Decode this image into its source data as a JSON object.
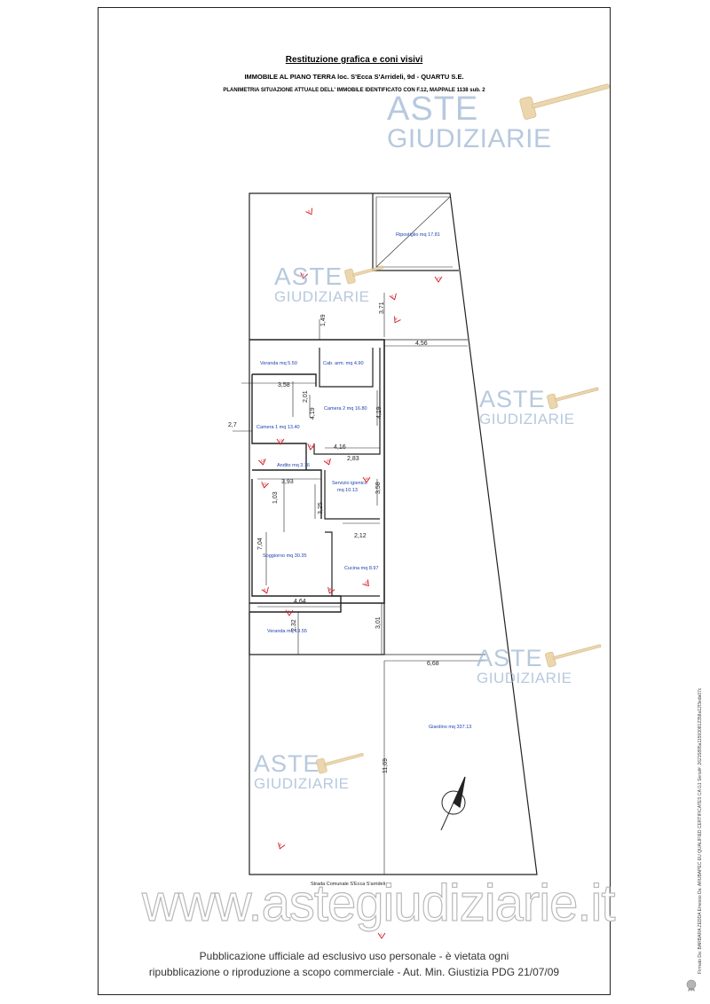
{
  "header": {
    "title": "Restituzione grafica e coni visivi",
    "subtitle": "IMMOBILE AL PIANO TERRA loc. S'Ecca S'Arrideli, 9d - QUARTU S.E.",
    "description": "PLANIMETRIA SITUAZIONE ATTUALE DELL' IMMOBILE IDENTIFICATO CON F.12, MAPPALE 1138 sub. 2"
  },
  "watermark": {
    "brand_top": "ASTE",
    "brand_bottom": "GIUDIZIARIE",
    "url": "www.astegiudiziarie.it"
  },
  "rooms": {
    "ripostiglio": "Ripostiglio mq 17.81",
    "veranda_top": "Veranda mq 5.50",
    "cab_arm": "Cab. arm. mq 4.90",
    "camera1": "Camera 1 mq 13.40",
    "camera2": "Camera 2 mq 16.80",
    "anticamera": "Andito mq 3.76",
    "servizio_line1": "Servizio igienico",
    "servizio_line2": "mq 10.13",
    "soggiorno": "Soggiorno mq 30.35",
    "cucina": "Cucina mq 8.97",
    "veranda_bottom": "Veranda mq 19.55",
    "giardino": "Giardino mq 337.13",
    "strada": "Strada Comunale S'Ecca S'arrideli"
  },
  "dimensions": {
    "d_149": "1,49",
    "d_371": "3,71",
    "d_456": "4,56",
    "d_358": "3,58",
    "d_201": "2,01",
    "d_419a": "4,19",
    "d_419b": "4,19",
    "d_27": "2,7",
    "d_416": "4,16",
    "d_283": "2,83",
    "d_393": "3,93",
    "d_358b": "3,58",
    "d_103": "1,03",
    "d_325": "3,25",
    "d_212": "2,12",
    "d_704": "7,04",
    "d_464": "4,64",
    "d_232": "2,32",
    "d_301": "3,01",
    "d_668": "6,68",
    "d_1169": "11,69"
  },
  "view_markers": [
    "1",
    "2",
    "3",
    "4",
    "5",
    "6",
    "7",
    "8",
    "9",
    "10",
    "11",
    "12",
    "13",
    "14",
    "15",
    "16",
    "17"
  ],
  "footer": {
    "line1": "Pubblicazione ufficiale ad esclusivo uso personale - è vietata ogni",
    "line2": "ripubblicazione o riproduzione a scopo commerciale - Aut. Min. Giustizia PDG 21/07/09"
  },
  "side_stamp": "Firmato Da: BARBARA ZEDDA Emesso Da: ARUBAPEC EU QUALIFIED CERTIFICATES CA G1 Serial#: 26215895a115930812358a12f3eda07c",
  "colors": {
    "label_blue": "#1f3fae",
    "marker_red": "#d2141e",
    "watermark_blue": "#9fb7d4"
  }
}
